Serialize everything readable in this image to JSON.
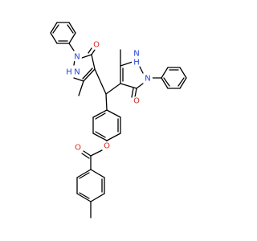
{
  "colors": {
    "bond": "#000000",
    "nitrogen": "#1f3fd6",
    "oxygen": "#e0261c",
    "background": "#ffffff"
  },
  "atoms": {
    "n_left_top": "N",
    "n_left_h": "H",
    "n_left_bottom": "N",
    "o_left": "O",
    "n_right_top": "N",
    "n_right_h": "H",
    "n_right_bottom": "N",
    "o_right": "O",
    "o_ester": "O",
    "o_carbonyl": "O"
  }
}
